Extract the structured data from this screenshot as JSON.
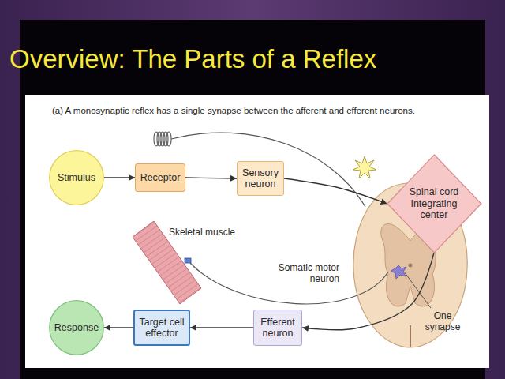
{
  "diagram": {
    "title": "Overview: The Parts of a Reflex",
    "caption": "(a) A monosynaptic reflex has a single synapse between the afferent and efferent neurons.",
    "nodes": [
      {
        "text": [
          "Stimulus"
        ]
      },
      {
        "text": [
          "Receptor"
        ]
      },
      {
        "text": [
          "Sensory neuron"
        ]
      },
      {
        "text": [
          "Spinal cord Integrating center"
        ]
      },
      {
        "text": [
          "Response"
        ]
      },
      {
        "text": [
          "Target cell effector"
        ]
      },
      {
        "text": [
          "Efferent neuron"
        ]
      }
    ],
    "edges": [
      {
        "from": 0,
        "to": 1,
        "arrow": "to"
      },
      {
        "from": 1,
        "to": 2,
        "arrow": "to"
      },
      {
        "from": 2,
        "to": 3,
        "arrow": "to"
      },
      {
        "from": 3,
        "to": 6,
        "arrow": "to"
      },
      {
        "from": 6,
        "to": 5,
        "arrow": "to"
      },
      {
        "from": 5,
        "to": 4,
        "arrow": "to"
      }
    ],
    "labels": [
      "Skeletal muscle",
      "Somatic motor neuron",
      "One synapse"
    ]
  }
}
